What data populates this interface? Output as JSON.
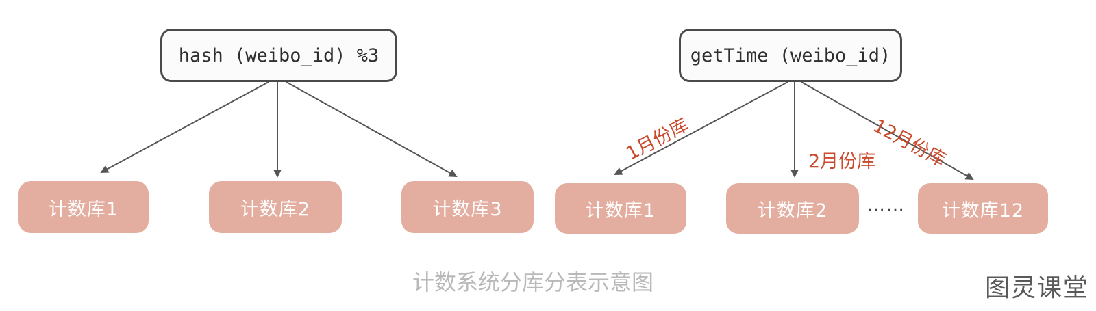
{
  "left": {
    "root_label": "hash (weibo_id) %3",
    "databases": [
      "计数库1",
      "计数库2",
      "计数库3"
    ]
  },
  "right": {
    "root_label": "getTime (weibo_id)",
    "databases": [
      "计数库1",
      "计数库2",
      "计数库12"
    ],
    "edge_labels": [
      "1月份库",
      "2月份库",
      "12月份库"
    ],
    "ellipsis": "……"
  },
  "caption": "计数系统分库分表示意图",
  "watermark": "图灵课堂",
  "colors": {
    "db_fill": "#e3ada0",
    "edge_label": "#c94a2c",
    "arrow": "#555555",
    "caption": "#b9b9b9"
  }
}
